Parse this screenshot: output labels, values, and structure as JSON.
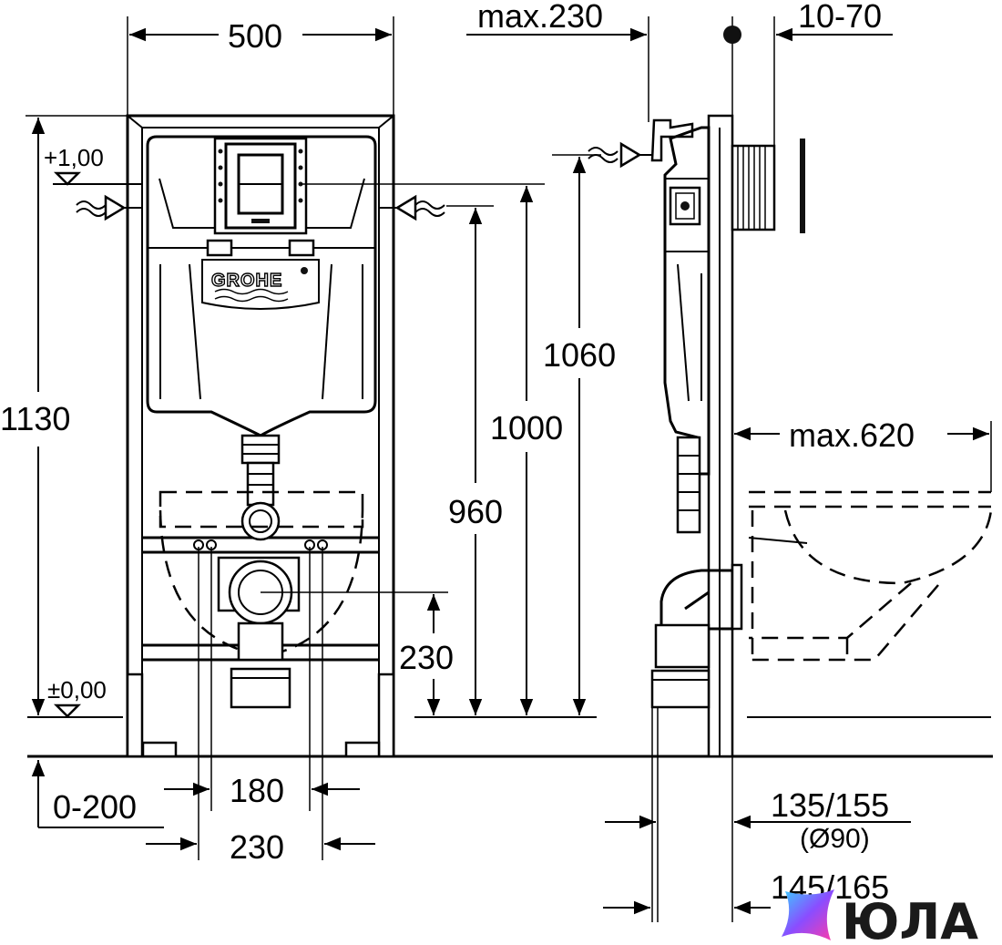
{
  "dimensions": {
    "width_500": "500",
    "height_1130": "1130",
    "level_plus": "+1,00",
    "level_zero": "±0,00",
    "height_1060": "1060",
    "height_1000": "1000",
    "height_960": "960",
    "height_230": "230",
    "range_0_200": "0-200",
    "width_180": "180",
    "width_230": "230",
    "max_230": "max.230",
    "range_10_70": "10-70",
    "max_620": "max.620",
    "depth_135_155": "135/155",
    "diameter_90": "(Ø90)",
    "depth_145_165": "145/165"
  },
  "brand": {
    "cistern_logo": "GROHE"
  },
  "watermark": {
    "text": "ЮЛА"
  }
}
